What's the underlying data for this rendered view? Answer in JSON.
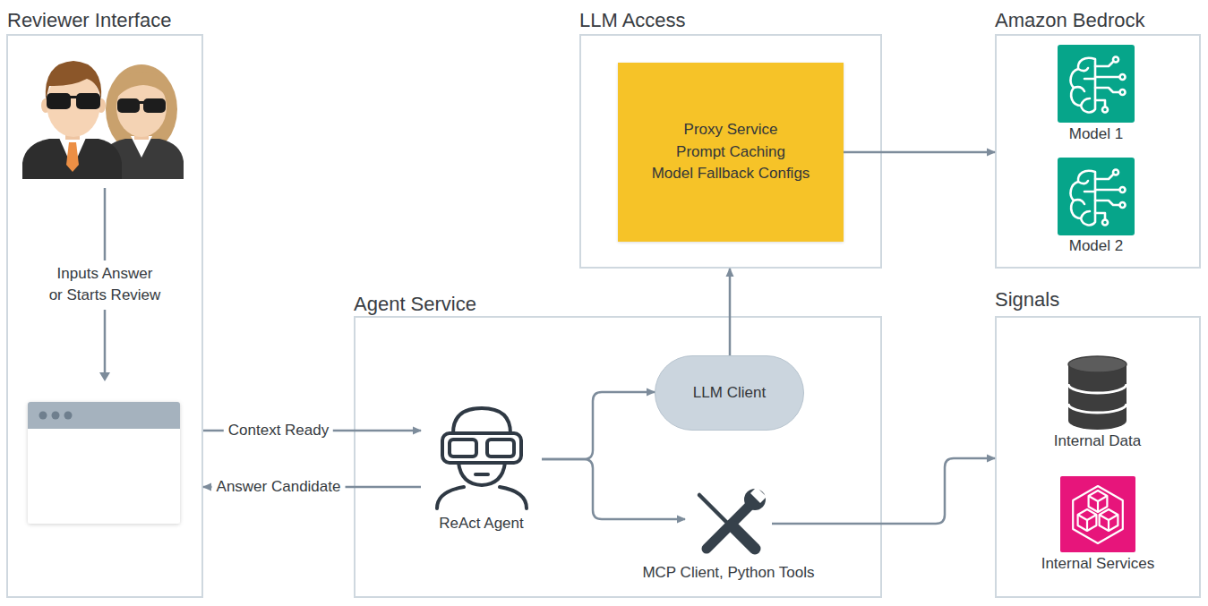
{
  "diagram": {
    "nodes": [
      {
        "text": [
          "Reviewer Interface"
        ]
      },
      {
        "text": [
          "LLM Access"
        ]
      },
      {
        "text": [
          "Proxy Service",
          "Prompt Caching",
          "Model Fallback Configs"
        ],
        "in": 1
      },
      {
        "text": [
          "Amazon Bedrock"
        ]
      },
      {
        "text": [
          "Model 1"
        ],
        "in": 3
      },
      {
        "text": [
          "Model 2"
        ],
        "in": 3
      },
      {
        "text": [
          "Agent Service"
        ]
      },
      {
        "text": [
          "ReAct Agent"
        ],
        "in": 6
      },
      {
        "text": [
          "LLM Client"
        ],
        "in": 6
      },
      {
        "text": [
          "MCP Client, Python Tools"
        ],
        "in": 6
      },
      {
        "text": [
          "Signals"
        ]
      },
      {
        "text": [
          "Internal Data"
        ],
        "in": 10
      },
      {
        "text": [
          "Internal Services"
        ],
        "in": 10
      }
    ],
    "edges": [
      {
        "from": 0,
        "to": 7,
        "label": "Context Ready",
        "arrow": "to"
      },
      {
        "from": 7,
        "to": 0,
        "label": "Answer Candidate",
        "arrow": "to"
      },
      {
        "from": 7,
        "to": 8,
        "arrow": "to"
      },
      {
        "from": 7,
        "to": 9,
        "arrow": "to"
      },
      {
        "from": 8,
        "to": 1,
        "arrow": "to"
      },
      {
        "from": 2,
        "to": 3,
        "arrow": "to"
      },
      {
        "from": 9,
        "to": 10,
        "arrow": "to"
      }
    ],
    "labels": [
      "Inputs Answer or Starts Review"
    ]
  }
}
